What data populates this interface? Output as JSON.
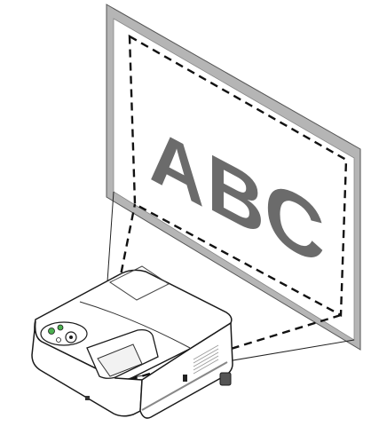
{
  "screen": {
    "letters": [
      "A",
      "B",
      "C"
    ]
  },
  "colors": {
    "screen_frame": "#b5b5b5",
    "screen_inner": "#ffffff",
    "letters": "#6b6b6b",
    "projector_body": "#ffffff",
    "outline": "#1a1a1a",
    "lens_indicator": "#4caf50"
  }
}
